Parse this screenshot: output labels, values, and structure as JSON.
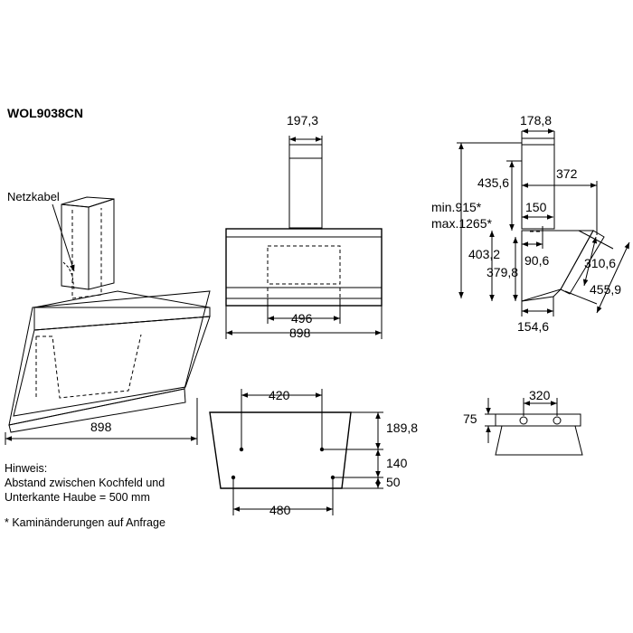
{
  "model": "WOL9038CN",
  "labels": {
    "netzkabel": "Netzkabel",
    "hinweis_line1": "Hinweis:",
    "hinweis_line2": "Abstand zwischen Kochfeld und",
    "hinweis_line3": "Unterkante Haube = 500 mm",
    "footnote": "* Kaminänderungen auf Anfrage"
  },
  "dims": {
    "side_width": "898",
    "front_chimney": "197,3",
    "front_inner": "496",
    "front_width": "898",
    "side_chimney": "178,8",
    "side_depth": "372",
    "side_chimney_h": "435,6",
    "height_min": "min.915*",
    "height_max": "max.1265*",
    "side_150": "150",
    "side_403": "403,2",
    "side_379": "379,8",
    "side_90": "90,6",
    "side_310": "310,6",
    "side_455": "455,9",
    "side_154": "154,6",
    "mount_420": "420",
    "mount_189": "189,8",
    "mount_140": "140",
    "mount_50": "50",
    "mount_480": "480",
    "top_320": "320",
    "top_75": "75"
  }
}
